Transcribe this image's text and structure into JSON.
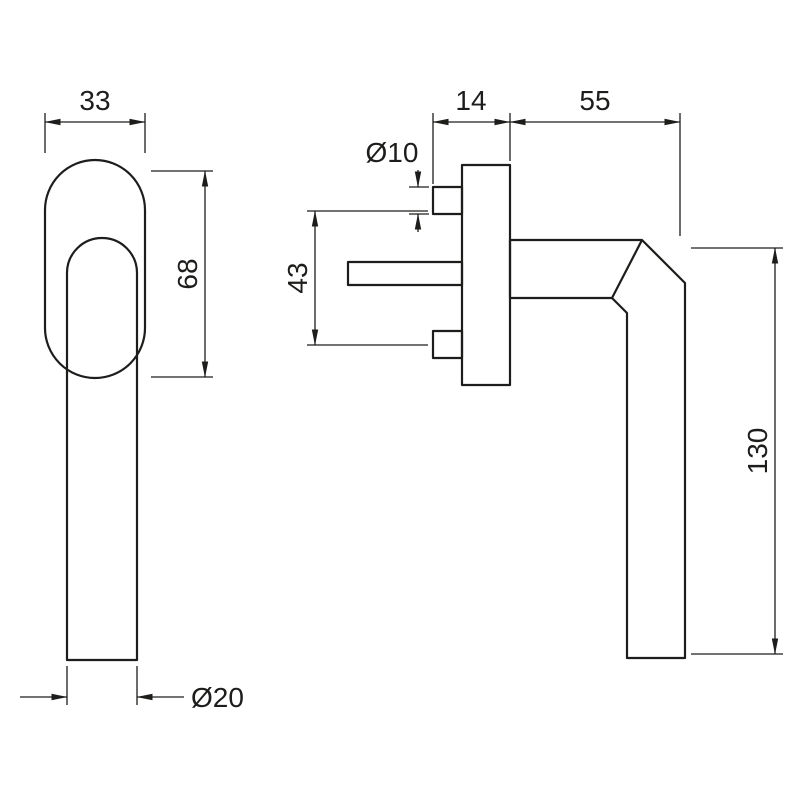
{
  "colors": {
    "line": "#1d1d1b",
    "background": "#ffffff"
  },
  "front_view": {
    "dim_width": "33",
    "dim_height": "68",
    "dim_grip_diameter": "Ø20"
  },
  "side_view": {
    "dim_plate_depth": "14",
    "dim_neck_length": "55",
    "dim_spindle_diameter": "Ø10",
    "dim_hole_spacing": "43",
    "dim_grip_length": "130"
  }
}
